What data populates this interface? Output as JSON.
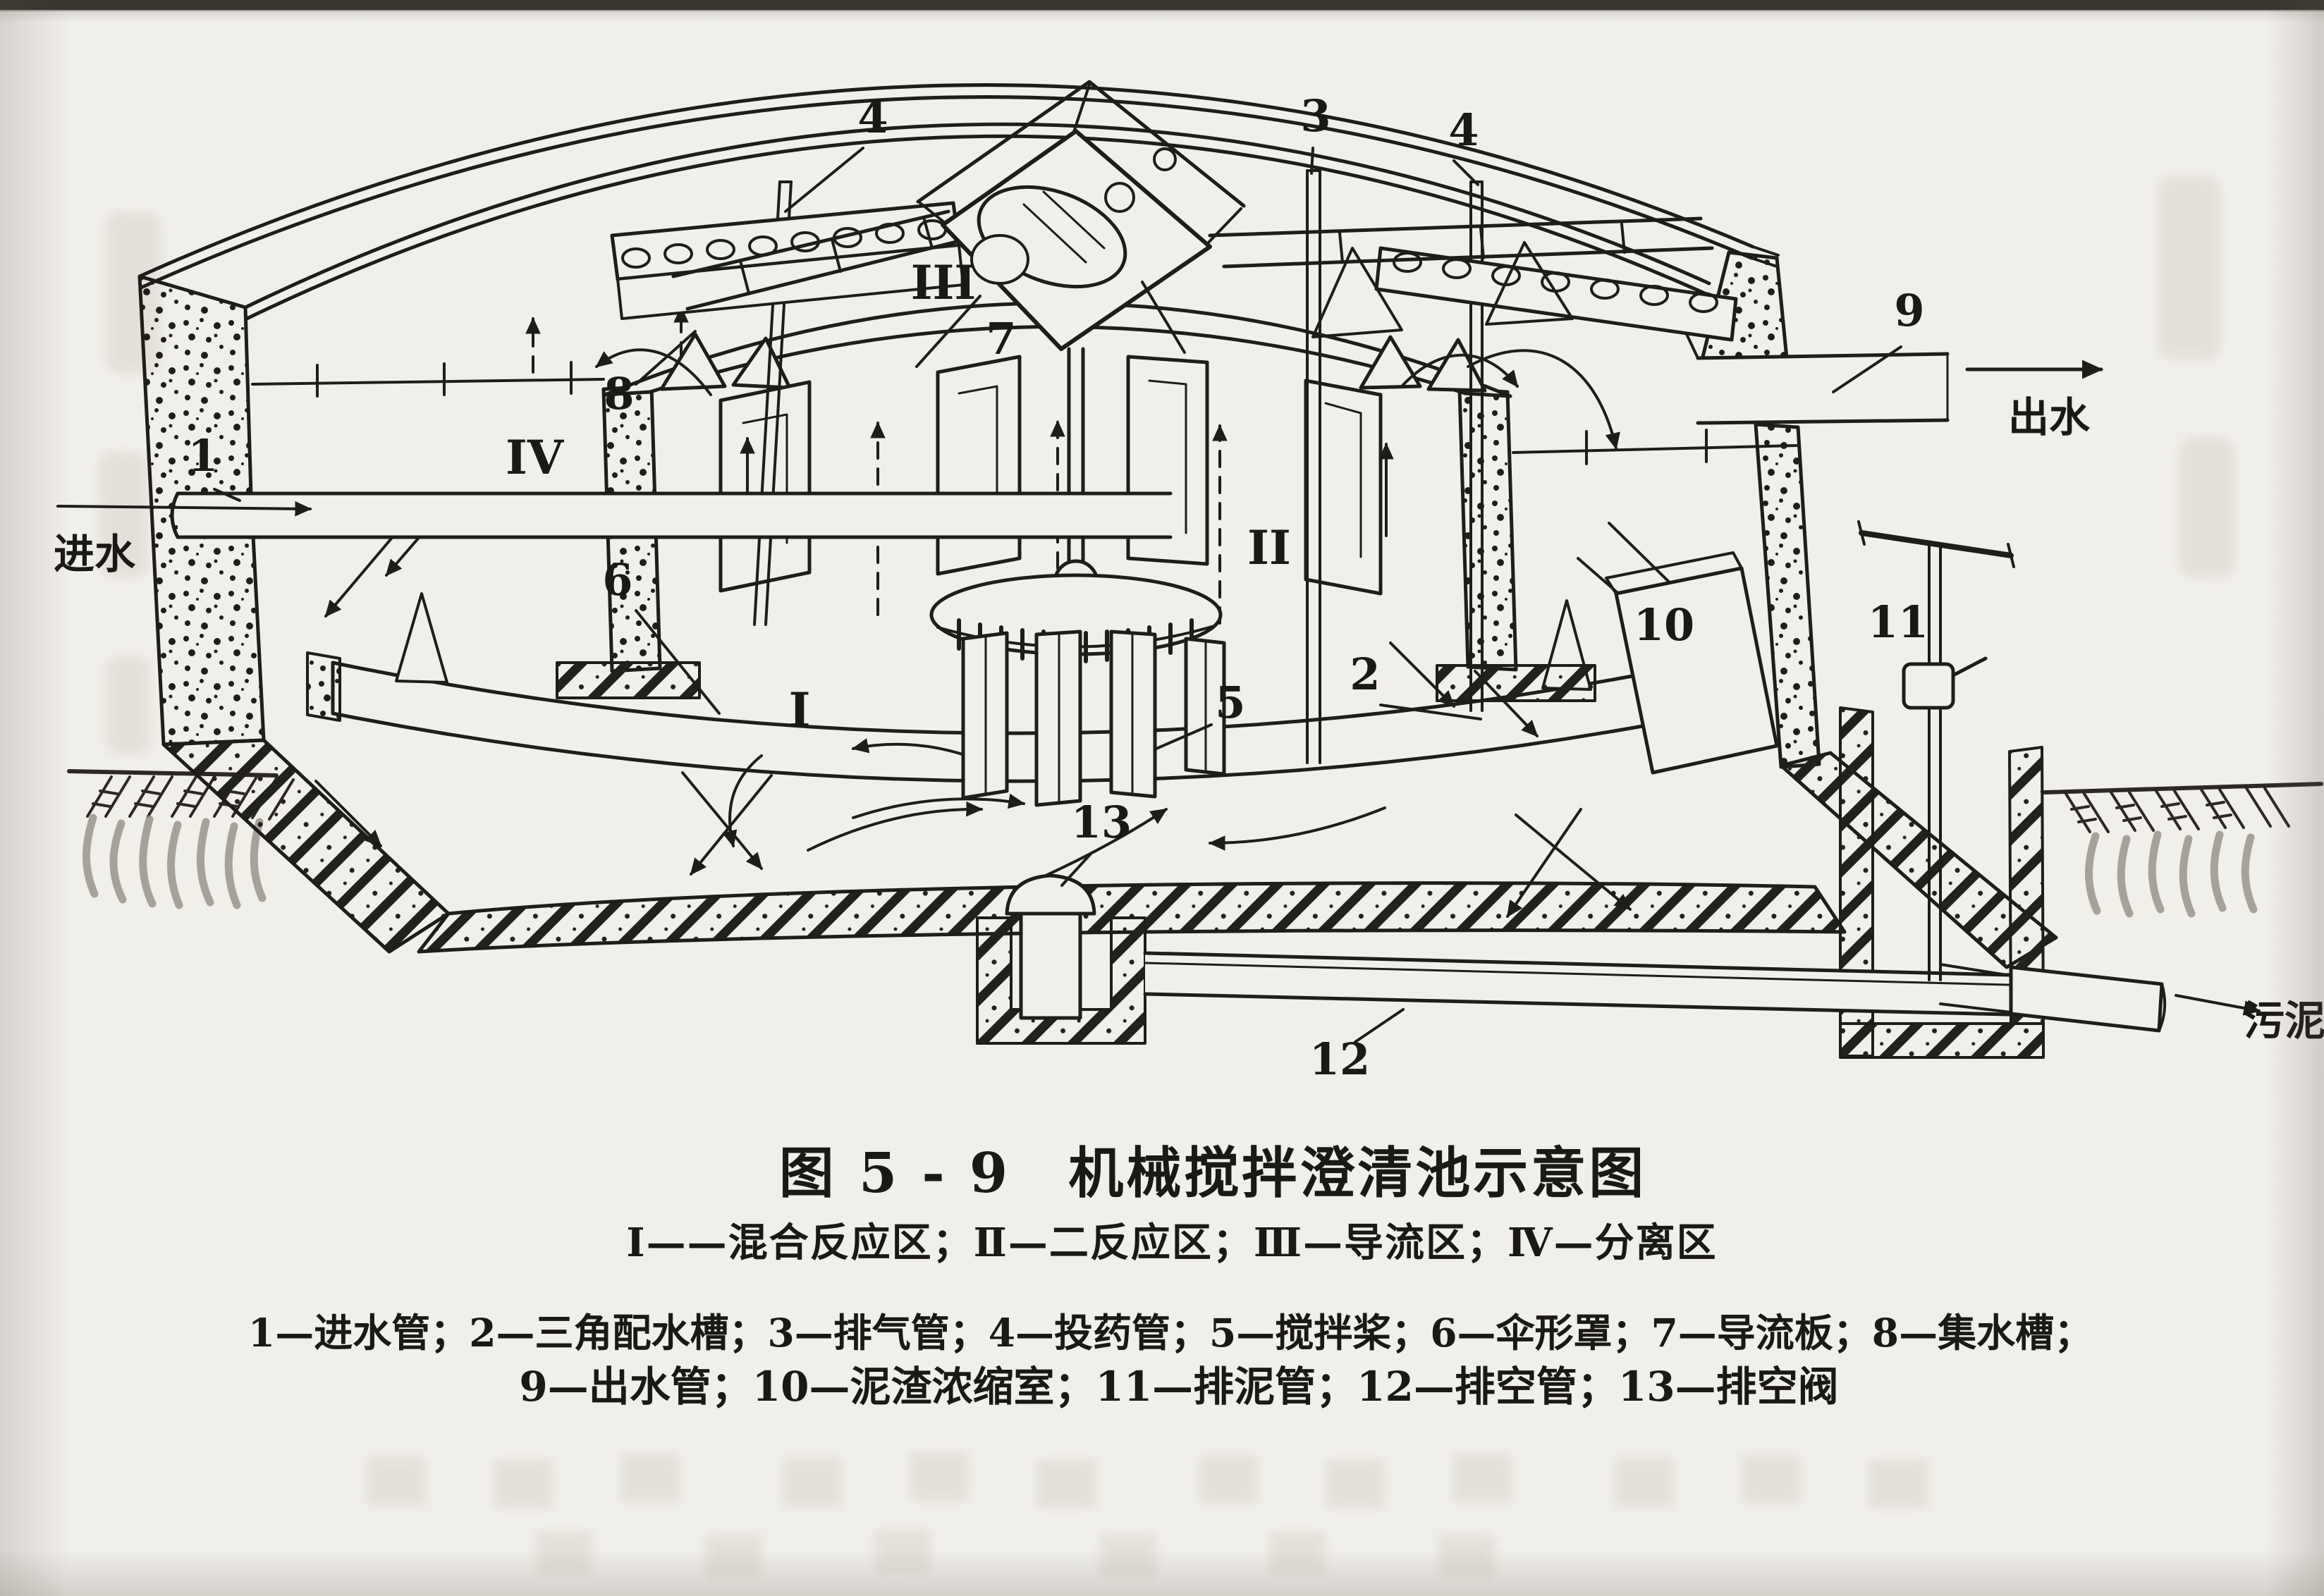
{
  "figure": {
    "title": "图 5 - 9　机械搅拌澄清池示意图",
    "zone_legend": "Ⅰ——混合反应区；Ⅱ—二反应区；Ⅲ—导流区；Ⅳ—分离区",
    "parts_legend_line1": "1—进水管；2—三角配水槽；3—排气管；4—投药管；5—搅拌桨；6—伞形罩；7—导流板；8—集水槽；",
    "parts_legend_line2": "9—出水管；10—泥渣浓缩室；11—排泥管；12—排空管；13—排空阀"
  },
  "diagram": {
    "flow_labels": {
      "inlet": "进水",
      "outlet": "出水",
      "sludge": "污泥"
    },
    "zone_labels": {
      "zone1": "I",
      "zone2": "II",
      "zone3": "III",
      "zone4": "IV"
    },
    "callouts": {
      "c1": "1",
      "c2": "2",
      "c3": "3",
      "c4a": "4",
      "c4b": "4",
      "c5": "5",
      "c6": "6",
      "c7": "7",
      "c8": "8",
      "c9": "9",
      "c10": "10",
      "c11": "11",
      "c12": "12",
      "c13": "13"
    }
  },
  "legend_zones": [
    {
      "num": "Ⅰ",
      "name": "混合反应区"
    },
    {
      "num": "Ⅱ",
      "name": "二反应区"
    },
    {
      "num": "Ⅲ",
      "name": "导流区"
    },
    {
      "num": "Ⅳ",
      "name": "分离区"
    }
  ],
  "legend_parts": [
    {
      "num": "1",
      "name": "进水管"
    },
    {
      "num": "2",
      "name": "三角配水槽"
    },
    {
      "num": "3",
      "name": "排气管"
    },
    {
      "num": "4",
      "name": "投药管"
    },
    {
      "num": "5",
      "name": "搅拌桨"
    },
    {
      "num": "6",
      "name": "伞形罩"
    },
    {
      "num": "7",
      "name": "导流板"
    },
    {
      "num": "8",
      "name": "集水槽"
    },
    {
      "num": "9",
      "name": "出水管"
    },
    {
      "num": "10",
      "name": "泥渣浓缩室"
    },
    {
      "num": "11",
      "name": "排泥管"
    },
    {
      "num": "12",
      "name": "排空管"
    },
    {
      "num": "13",
      "name": "排空阀"
    }
  ]
}
